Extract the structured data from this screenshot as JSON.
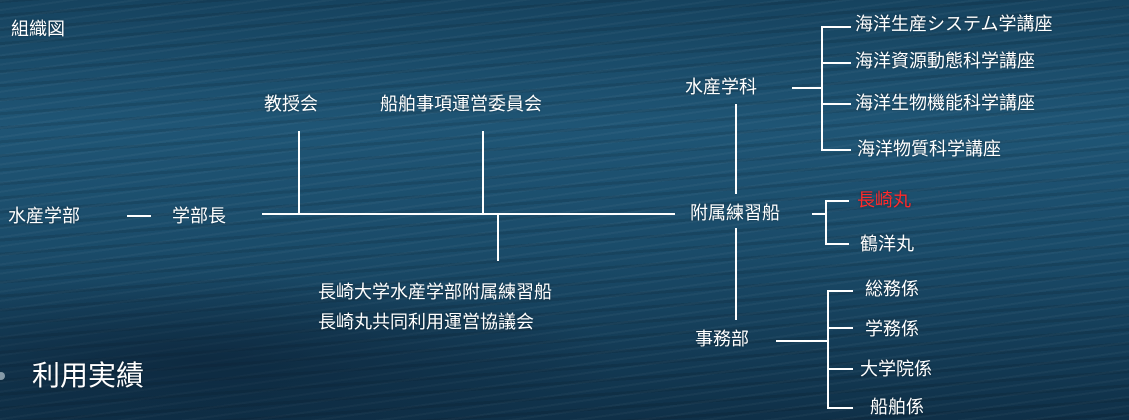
{
  "title": "組織図",
  "section_title": "利用実績",
  "nodes": {
    "faculty": "水産学部",
    "dean": "学部長",
    "faculty_council": "教授会",
    "vessel_committee": "船舶事項運営委員会",
    "joint_council_line1": "長崎大学水産学部附属練習船",
    "joint_council_line2": "長崎丸共同利用運営協議会",
    "dept": "水産学科",
    "training_ships": "附属練習船",
    "admin_office": "事務部",
    "chairs": [
      "海洋生産システム学講座",
      "海洋資源動態科学講座",
      "海洋生物機能科学講座",
      "海洋物質科学講座"
    ],
    "ships": [
      "長崎丸",
      "鶴洋丸"
    ],
    "admin_units": [
      "総務係",
      "学務係",
      "大学院係",
      "船舶係"
    ]
  },
  "colors": {
    "highlight": "#ff2a2a",
    "text": "#ffffff"
  }
}
